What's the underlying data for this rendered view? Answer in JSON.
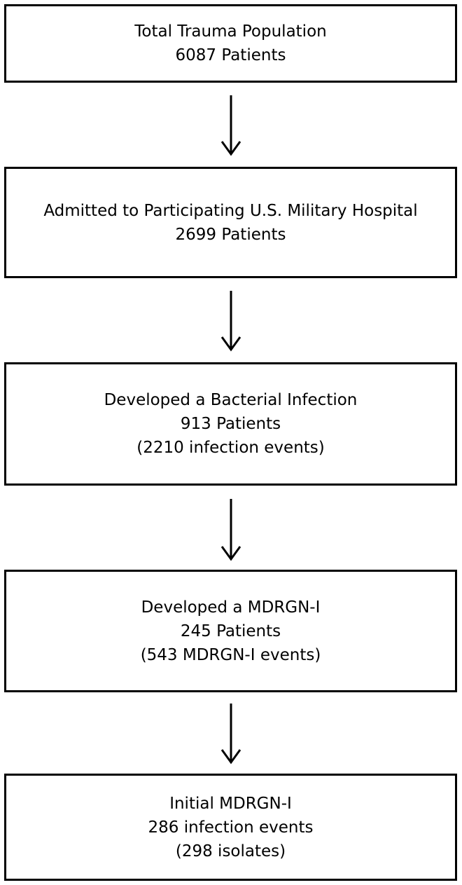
{
  "flowchart": {
    "steps": [
      {
        "lines": [
          "Total Trauma Population",
          "6087 Patients"
        ]
      },
      {
        "lines": [
          "Admitted to Participating U.S. Military Hospital",
          "2699 Patients"
        ]
      },
      {
        "lines": [
          "Developed a Bacterial Infection",
          "913 Patients",
          "(2210 infection events)"
        ]
      },
      {
        "lines": [
          "Developed a MDRGN-I",
          "245 Patients",
          "(543 MDRGN-I events)"
        ]
      },
      {
        "lines": [
          "Initial MDRGN-I",
          "286 infection events",
          "(298 isolates)"
        ]
      }
    ]
  }
}
